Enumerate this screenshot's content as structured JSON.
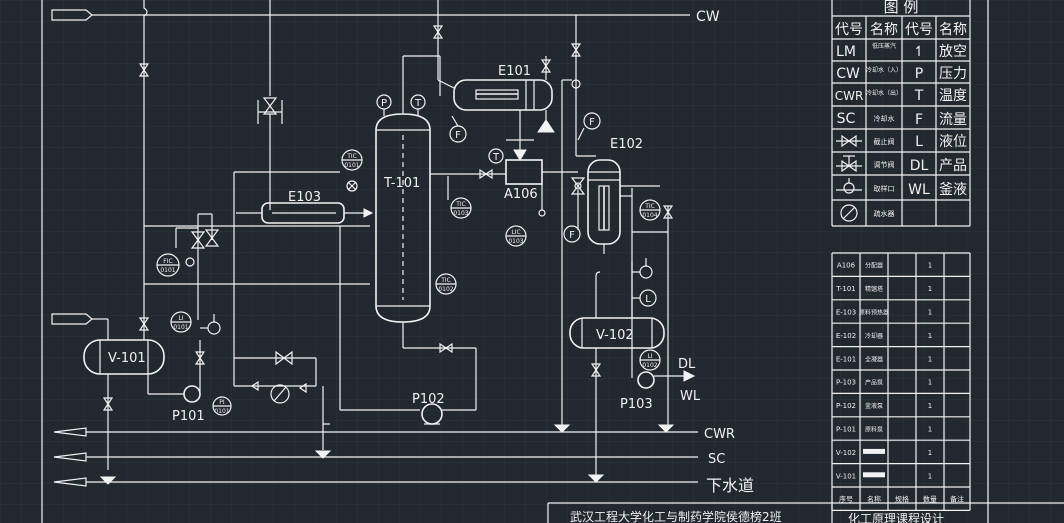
{
  "streams": {
    "cw": "CW",
    "cwr": "CWR",
    "sc": "SC",
    "drain": "下水道",
    "dl": "DL",
    "wl": "WL"
  },
  "equipment": {
    "e101": "E101",
    "e102": "E102",
    "e103": "E103",
    "t101": "T-101",
    "a106": "A106",
    "v101": "V-101",
    "v102": "V-102",
    "p101": "P101",
    "p102": "P102",
    "p103": "P103"
  },
  "instruments": {
    "tic0101": [
      "TIC",
      "0101"
    ],
    "tic0102": [
      "TIC",
      "0102"
    ],
    "tic0103": [
      "TIC",
      "0103"
    ],
    "tic0104": [
      "TIC",
      "0104"
    ],
    "fic0101": [
      "FIC",
      "0101"
    ],
    "lic0101": [
      "LI",
      "0101"
    ],
    "lic0102": [
      "LI",
      "0102"
    ],
    "lic0103": [
      "LIC",
      "0103"
    ],
    "pi0101": [
      "PI",
      "0101"
    ],
    "p_letter": "P",
    "t_letter": "T",
    "f_letter": "F",
    "l_letter": "L"
  },
  "legend": {
    "title": "图    例",
    "headers": [
      "代号",
      "名称",
      "代号",
      "名称"
    ],
    "rows": [
      {
        "code": "LM",
        "name": "低压蒸汽",
        "code2": "↿",
        "name2": "放空"
      },
      {
        "code": "CW",
        "name": "冷却水（入）",
        "code2": "P",
        "name2": "压力"
      },
      {
        "code": "CWR",
        "name": "冷却水（出）",
        "code2": "T",
        "name2": "温度"
      },
      {
        "code": "SC",
        "name": "冷却水",
        "code2": "F",
        "name2": "流量"
      },
      {
        "code": "",
        "name": "截止阀",
        "code2": "L",
        "name2": "液位"
      },
      {
        "code": "",
        "name": "调节阀",
        "code2": "DL",
        "name2": "产品"
      },
      {
        "code": "",
        "name": "取样口",
        "code2": "WL",
        "name2": "釜液"
      },
      {
        "code": "",
        "name": "疏水器",
        "code2": "",
        "name2": ""
      }
    ]
  },
  "parts_list": {
    "rows": [
      {
        "code": "A106",
        "name": "分配器",
        "qty": "1"
      },
      {
        "code": "T-101",
        "name": "精馏塔",
        "qty": "1"
      },
      {
        "code": "E-103",
        "name": "原料预热器",
        "qty": "1"
      },
      {
        "code": "E-102",
        "name": "冷却器",
        "qty": "1"
      },
      {
        "code": "E-101",
        "name": "全凝器",
        "qty": "1"
      },
      {
        "code": "P-103",
        "name": "产品泵",
        "qty": "1"
      },
      {
        "code": "P-102",
        "name": "釜液泵",
        "qty": "1"
      },
      {
        "code": "P-101",
        "name": "原料泵",
        "qty": "1"
      },
      {
        "code": "V-102",
        "name": "",
        "qty": "1"
      },
      {
        "code": "V-101",
        "name": "",
        "qty": "1"
      }
    ],
    "headers": [
      "序号",
      "名称",
      "规格",
      "数量",
      "备注"
    ]
  },
  "title_block": {
    "school": "武汉工程大学化工与制药学院侯德榜2班",
    "course": "化工原理课程设计"
  },
  "colors": {
    "background": "#212830",
    "grid": "#2c3540",
    "line": "#f2f2f2"
  }
}
